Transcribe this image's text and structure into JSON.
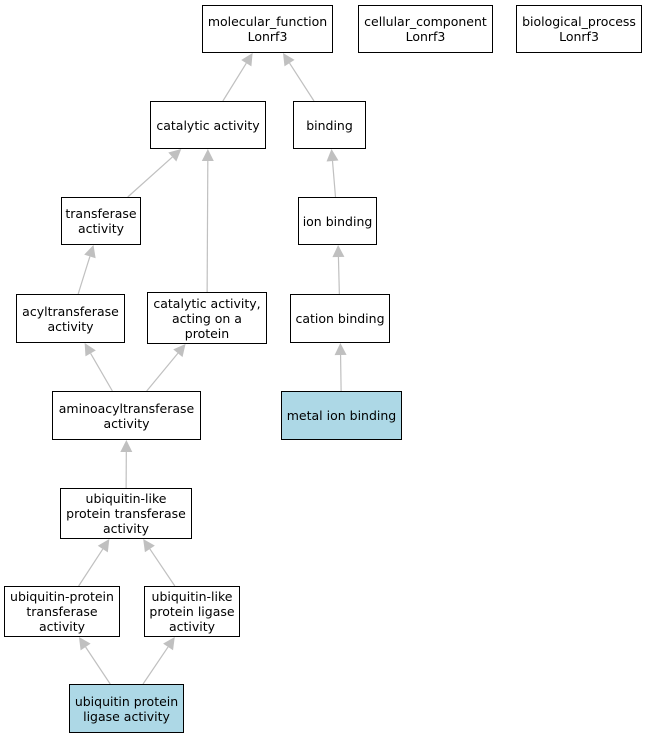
{
  "colors": {
    "highlight": "#add8e6",
    "node_fill": "#ffffff",
    "node_border": "#000000",
    "edge": "#c0c0c0"
  },
  "nodes": {
    "molecular_function": {
      "label": "molecular_function\nLonrf3",
      "highlighted": false
    },
    "cellular_component": {
      "label": "cellular_component\nLonrf3",
      "highlighted": false
    },
    "biological_process": {
      "label": "biological_process\nLonrf3",
      "highlighted": false
    },
    "catalytic_activity": {
      "label": "catalytic activity",
      "highlighted": false
    },
    "binding": {
      "label": "binding",
      "highlighted": false
    },
    "transferase_activity": {
      "label": "transferase\nactivity",
      "highlighted": false
    },
    "ion_binding": {
      "label": "ion binding",
      "highlighted": false
    },
    "acyltransferase_activity": {
      "label": "acyltransferase\nactivity",
      "highlighted": false
    },
    "catalytic_activity_protein": {
      "label": "catalytic activity,\nacting on a\nprotein",
      "highlighted": false
    },
    "cation_binding": {
      "label": "cation binding",
      "highlighted": false
    },
    "aminoacyltransferase_activity": {
      "label": "aminoacyltransferase\nactivity",
      "highlighted": false
    },
    "metal_ion_binding": {
      "label": "metal ion binding",
      "highlighted": true
    },
    "ubiquitin_like_protein_transferase": {
      "label": "ubiquitin-like\nprotein transferase\nactivity",
      "highlighted": false
    },
    "ubiquitin_protein_transferase": {
      "label": "ubiquitin-protein\ntransferase\nactivity",
      "highlighted": false
    },
    "ubiquitin_like_protein_ligase": {
      "label": "ubiquitin-like\nprotein ligase\nactivity",
      "highlighted": false
    },
    "ubiquitin_protein_ligase": {
      "label": "ubiquitin protein\nligase activity",
      "highlighted": true
    }
  },
  "edges": [
    {
      "from": "catalytic_activity",
      "to": "molecular_function"
    },
    {
      "from": "binding",
      "to": "molecular_function"
    },
    {
      "from": "transferase_activity",
      "to": "catalytic_activity"
    },
    {
      "from": "catalytic_activity_protein",
      "to": "catalytic_activity"
    },
    {
      "from": "ion_binding",
      "to": "binding"
    },
    {
      "from": "acyltransferase_activity",
      "to": "transferase_activity"
    },
    {
      "from": "cation_binding",
      "to": "ion_binding"
    },
    {
      "from": "aminoacyltransferase_activity",
      "to": "acyltransferase_activity"
    },
    {
      "from": "aminoacyltransferase_activity",
      "to": "catalytic_activity_protein"
    },
    {
      "from": "metal_ion_binding",
      "to": "cation_binding"
    },
    {
      "from": "ubiquitin_like_protein_transferase",
      "to": "aminoacyltransferase_activity"
    },
    {
      "from": "ubiquitin_protein_transferase",
      "to": "ubiquitin_like_protein_transferase"
    },
    {
      "from": "ubiquitin_like_protein_ligase",
      "to": "ubiquitin_like_protein_transferase"
    },
    {
      "from": "ubiquitin_protein_ligase",
      "to": "ubiquitin_protein_transferase"
    },
    {
      "from": "ubiquitin_protein_ligase",
      "to": "ubiquitin_like_protein_ligase"
    }
  ]
}
